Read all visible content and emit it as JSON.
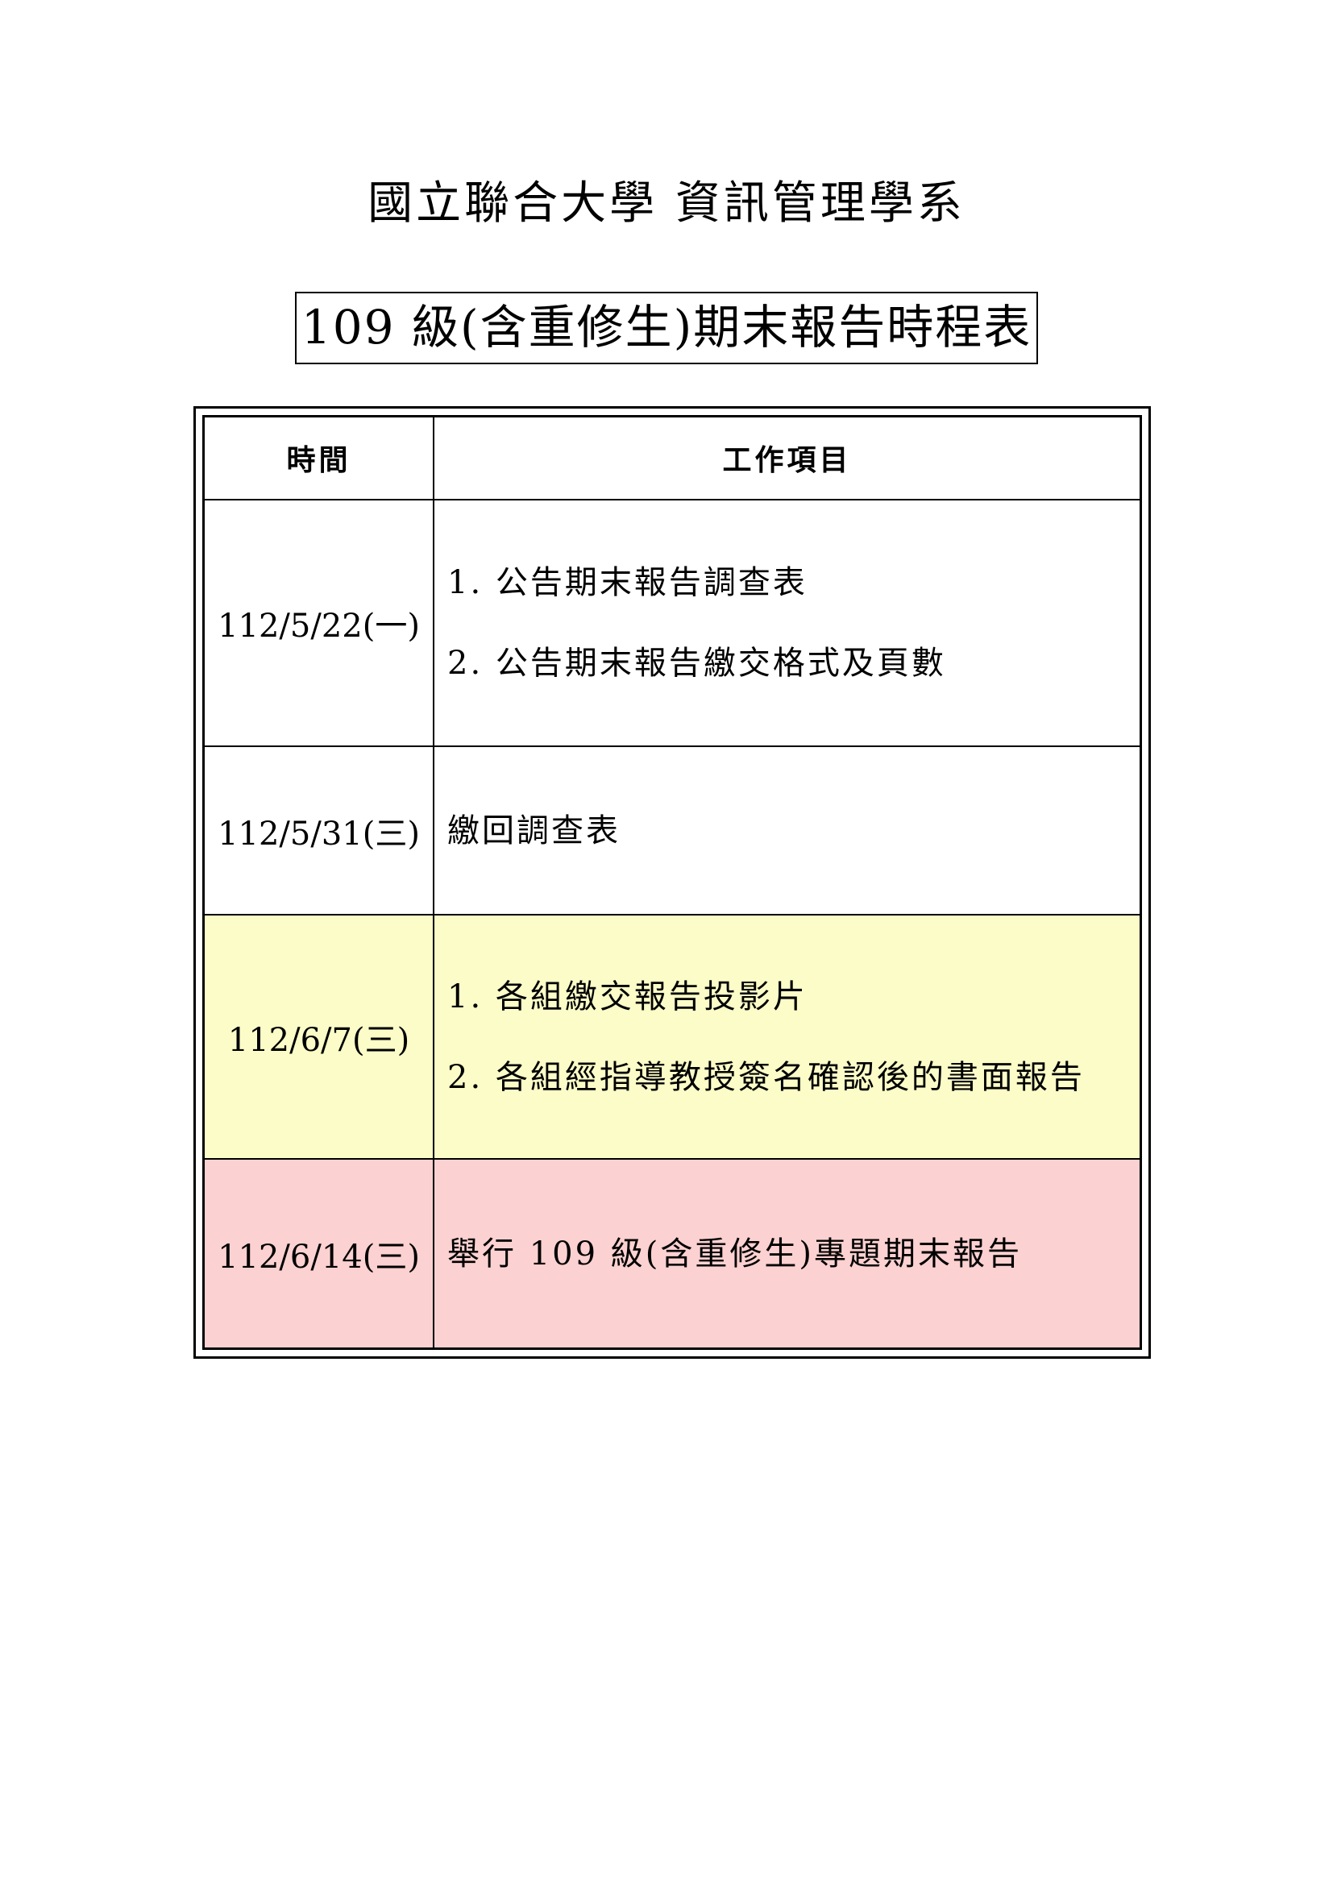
{
  "document": {
    "university_title": "國立聯合大學  資訊管理學系",
    "schedule_title": "109 級(含重修生)期末報告時程表"
  },
  "table": {
    "headers": {
      "time": "時間",
      "task": "工作項目"
    },
    "rows": [
      {
        "date": "112/5/22(一)",
        "tasks": [
          "1. 公告期末報告調查表",
          "2. 公告期末報告繳交格式及頁數"
        ],
        "highlight": "none"
      },
      {
        "date": "112/5/31(三)",
        "tasks": [
          "繳回調查表"
        ],
        "highlight": "none"
      },
      {
        "date": "112/6/7(三)",
        "tasks": [
          "1. 各組繳交報告投影片",
          "2. 各組經指導教授簽名確認後的書面報告"
        ],
        "highlight": "#fbfcc8"
      },
      {
        "date": "112/6/14(三)",
        "tasks": [
          "舉行 109 級(含重修生)專題期末報告"
        ],
        "highlight": "#fcd1d1"
      }
    ]
  }
}
